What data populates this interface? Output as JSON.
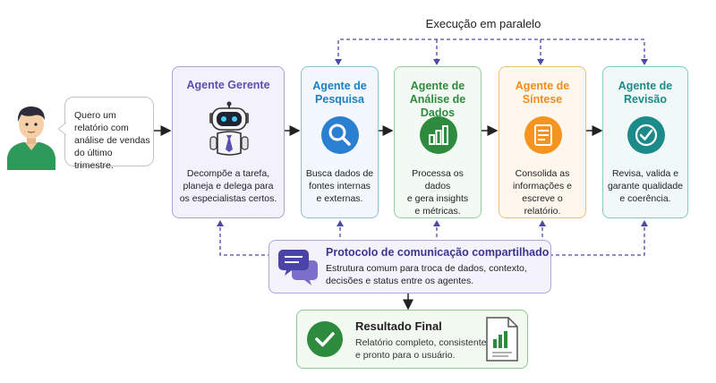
{
  "parallel_label": "Execução em paralelo",
  "user": {
    "message": [
      "Quero um",
      "relatório com",
      "análise de vendas",
      "do último trimestre."
    ]
  },
  "manager": {
    "title": "Agente Gerente",
    "desc": [
      "Decompõe a tarefa,",
      "planeja e delega para",
      "os especialistas certos."
    ],
    "color": "#5b4fb3"
  },
  "agents": [
    {
      "title": [
        "Agente de",
        "Pesquisa"
      ],
      "desc": [
        "Busca dados de",
        "fontes internas",
        "e externas."
      ],
      "color": "#1f7fc2",
      "icon": "search-icon"
    },
    {
      "title": [
        "Agente de",
        "Análise de Dados"
      ],
      "desc": [
        "Processa os dados",
        "e gera insights",
        "e métricas."
      ],
      "color": "#2e8b3e",
      "icon": "bar-chart-icon"
    },
    {
      "title": [
        "Agente de",
        "Síntese"
      ],
      "desc": [
        "Consolida as",
        "informações e",
        "escreve o relatório."
      ],
      "color": "#f08c1a",
      "icon": "document-icon"
    },
    {
      "title": [
        "Agente de",
        "Revisão"
      ],
      "desc": [
        "Revisa, valida e",
        "garante qualidade",
        "e coerência."
      ],
      "color": "#1d8a8a",
      "icon": "check-circle-icon"
    }
  ],
  "protocol": {
    "title": "Protocolo de comunicação compartilhado",
    "desc": [
      "Estrutura comum para troca de dados, contexto,",
      "decisões e status entre os agentes."
    ]
  },
  "result": {
    "title": "Resultado Final",
    "desc": [
      "Relatório completo, consistente",
      "e pronto para o usuário."
    ]
  }
}
